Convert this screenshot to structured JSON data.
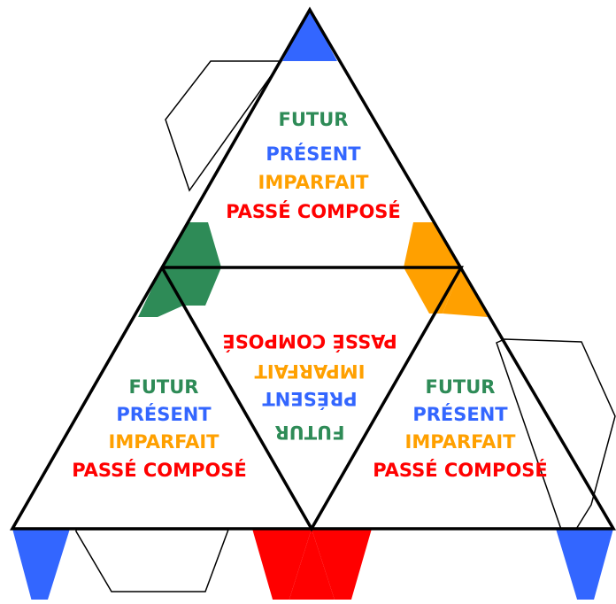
{
  "colors": {
    "futur": "#2e8b57",
    "present": "#3366ff",
    "imparfait": "#ffa000",
    "passe_compose": "#ff0000",
    "outline": "#000000"
  },
  "faces": {
    "top": {
      "futur": "FUTUR",
      "present": "PRÉSENT",
      "imparfait": "IMPARFAIT",
      "passe_compose": "PASSÉ COMPOSÉ"
    },
    "center": {
      "futur": "FUTUR",
      "present": "PRÉSENT",
      "imparfait": "IMPARFAIT",
      "passe_compose": "PASSÉ COMPOSÉ"
    },
    "left": {
      "futur": "FUTUR",
      "present": "PRÉSENT",
      "imparfait": "IMPARFAIT",
      "passe_compose": "PASSÉ COMPOSÉ"
    },
    "right": {
      "futur": "FUTUR",
      "present": "PRÉSENT",
      "imparfait": "IMPARFAIT",
      "passe_compose": "PASSÉ COMPOSÉ"
    }
  }
}
